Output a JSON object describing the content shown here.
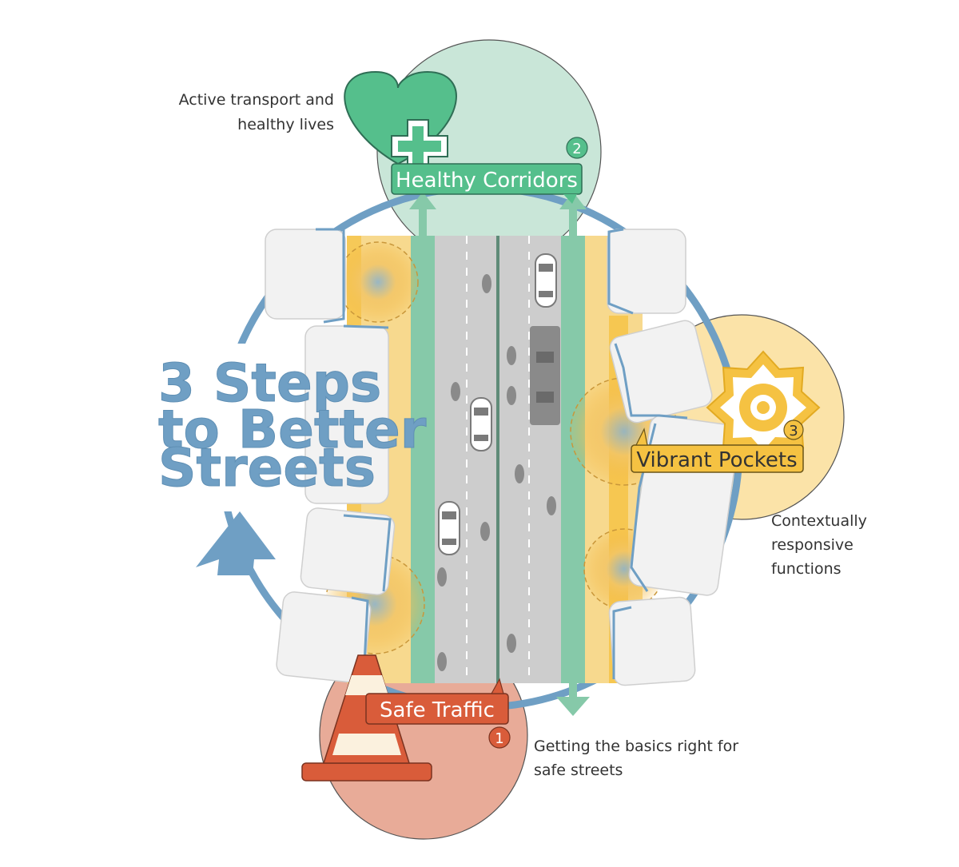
{
  "title": {
    "line1": "3 Steps",
    "line2": "to Better",
    "line3": "Streets"
  },
  "steps": [
    {
      "number": "1",
      "label": "Safe Traffic",
      "caption_line1": "Getting the basics right for",
      "caption_line2": "safe streets",
      "icon": "traffic-cone-icon",
      "color": "#d95c3a"
    },
    {
      "number": "2",
      "label": "Healthy Corridors",
      "caption_line1": "Active transport and",
      "caption_line2": "healthy lives",
      "icon": "heart-plus-icon",
      "color": "#4fbf8b"
    },
    {
      "number": "3",
      "label": "Vibrant Pockets",
      "caption_line1": "Contextually",
      "caption_line2": "responsive",
      "caption_line3": "functions",
      "icon": "flower-star-icon",
      "color": "#f5c242"
    }
  ],
  "colors": {
    "cycle_ring": "#6f9fc4",
    "road": "#cfcfcf",
    "green_lane": "#86c9a9",
    "verge_yellow": "#f7d98e",
    "pocket_glow": "#f5b73a"
  }
}
